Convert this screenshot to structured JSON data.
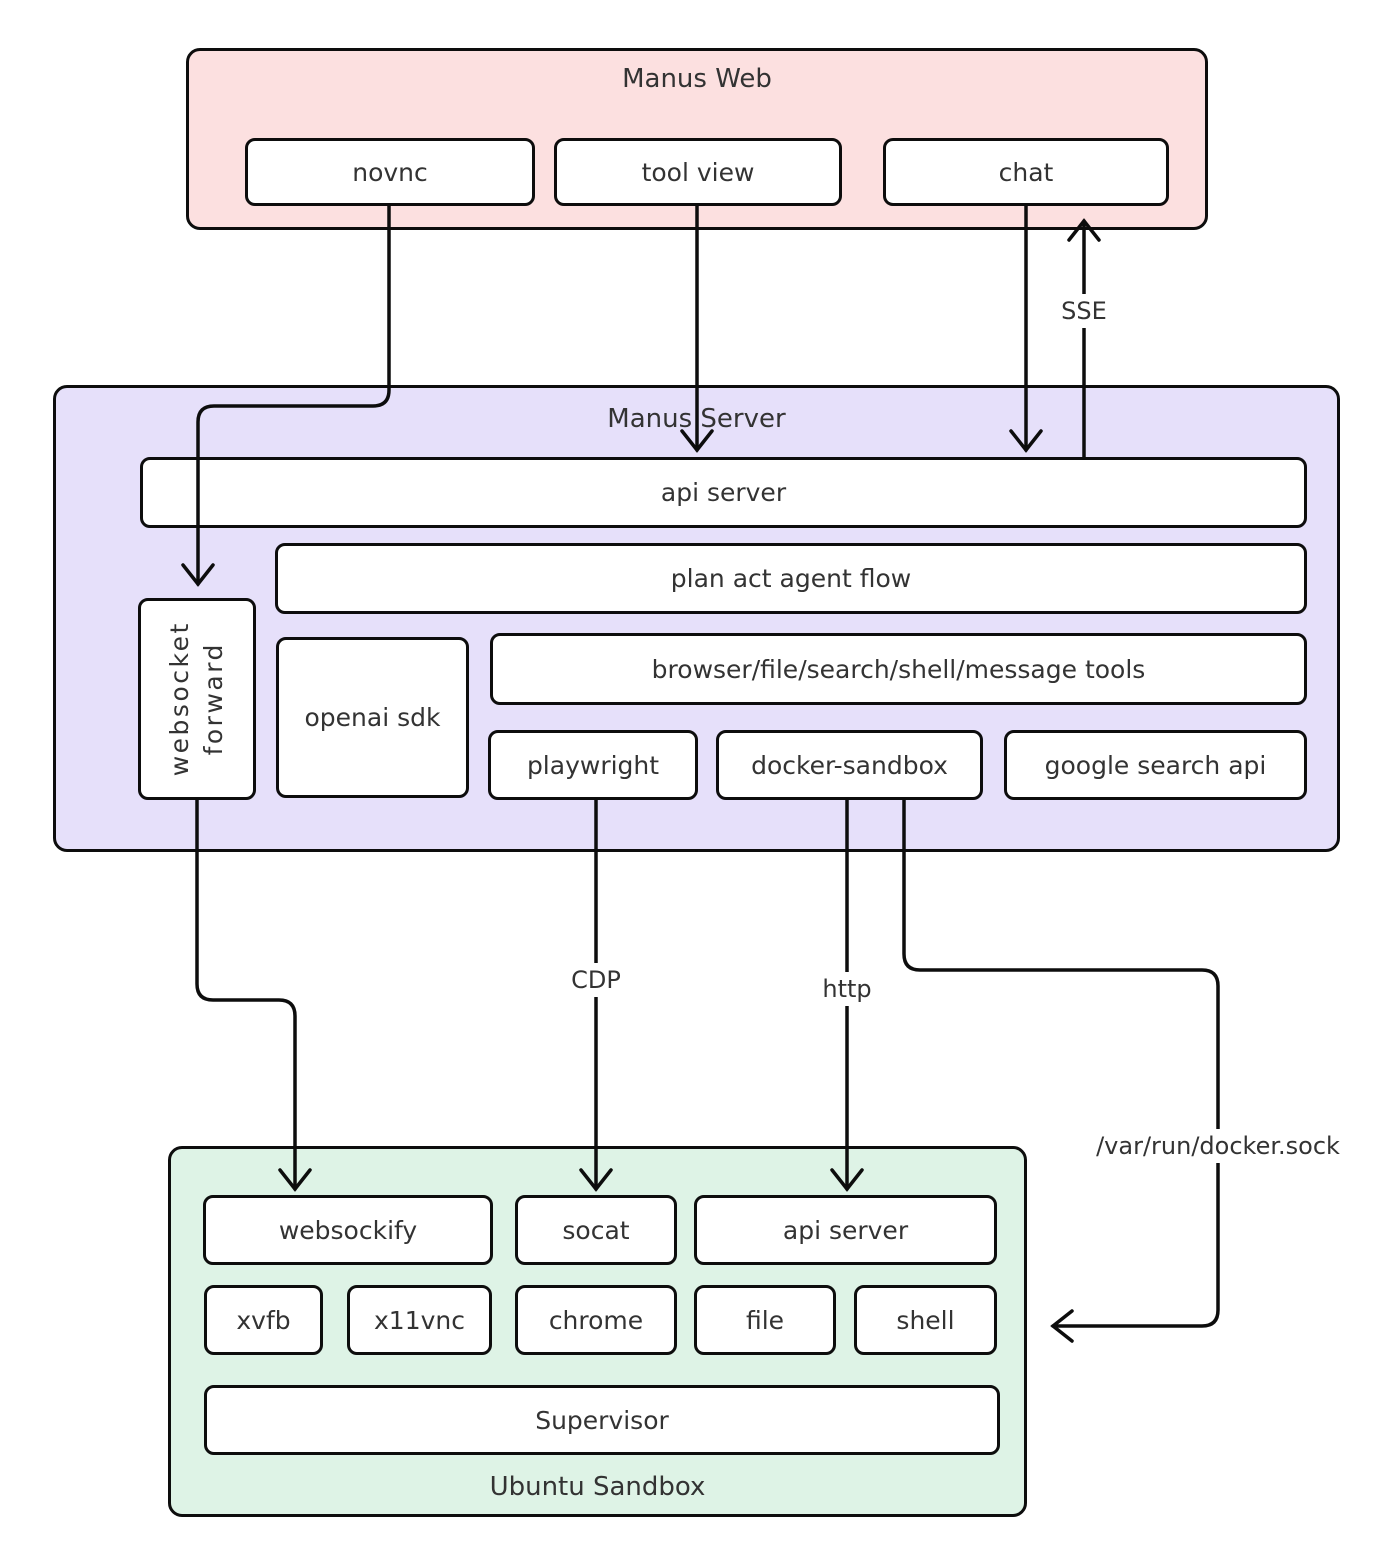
{
  "diagram": {
    "web": {
      "title": "Manus Web",
      "novnc": "novnc",
      "tool_view": "tool view",
      "chat": "chat"
    },
    "server": {
      "title": "Manus Server",
      "api_server": "api server",
      "plan_act": "plan act agent flow",
      "websocket_forward": "websocket forward",
      "openai_sdk": "openai sdk",
      "tools": "browser/file/search/shell/message tools",
      "playwright": "playwright",
      "docker_sandbox": "docker-sandbox",
      "google_search": "google search api"
    },
    "sandbox": {
      "title": "Ubuntu Sandbox",
      "websockify": "websockify",
      "socat": "socat",
      "api_server": "api server",
      "xvfb": "xvfb",
      "x11vnc": "x11vnc",
      "chrome": "chrome",
      "file": "file",
      "shell": "shell",
      "supervisor": "Supervisor"
    },
    "edge_labels": {
      "sse": "SSE",
      "cdp": "CDP",
      "http": "http",
      "docker_sock": "/var/run/docker.sock"
    },
    "colors": {
      "web_bg": "#fce0e0",
      "server_bg": "#e6e0fa",
      "sandbox_bg": "#def3e6",
      "node_bg": "#ffffff",
      "stroke": "#0d0d0d",
      "text": "#333333"
    }
  }
}
